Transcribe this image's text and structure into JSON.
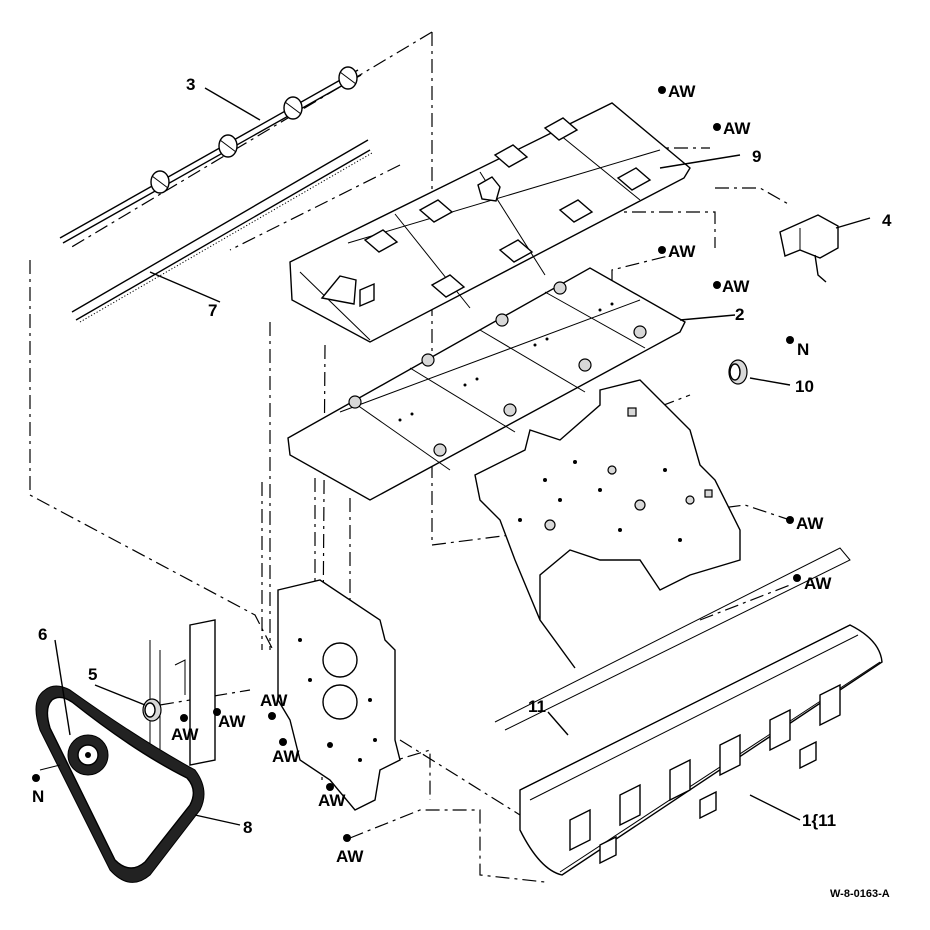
{
  "drawing_code": "W-8-0163-A",
  "callouts": {
    "c1": "1{11",
    "c2": "2",
    "c3": "3",
    "c4": "4",
    "c5": "5",
    "c6": "6",
    "c7": "7",
    "c8": "8",
    "c9": "9",
    "c10": "10",
    "c11": "11"
  },
  "fasteners": {
    "aw": "AW",
    "n": "N"
  },
  "colors": {
    "line": "#000000",
    "background": "#ffffff",
    "shade": "#d8d8d8"
  }
}
